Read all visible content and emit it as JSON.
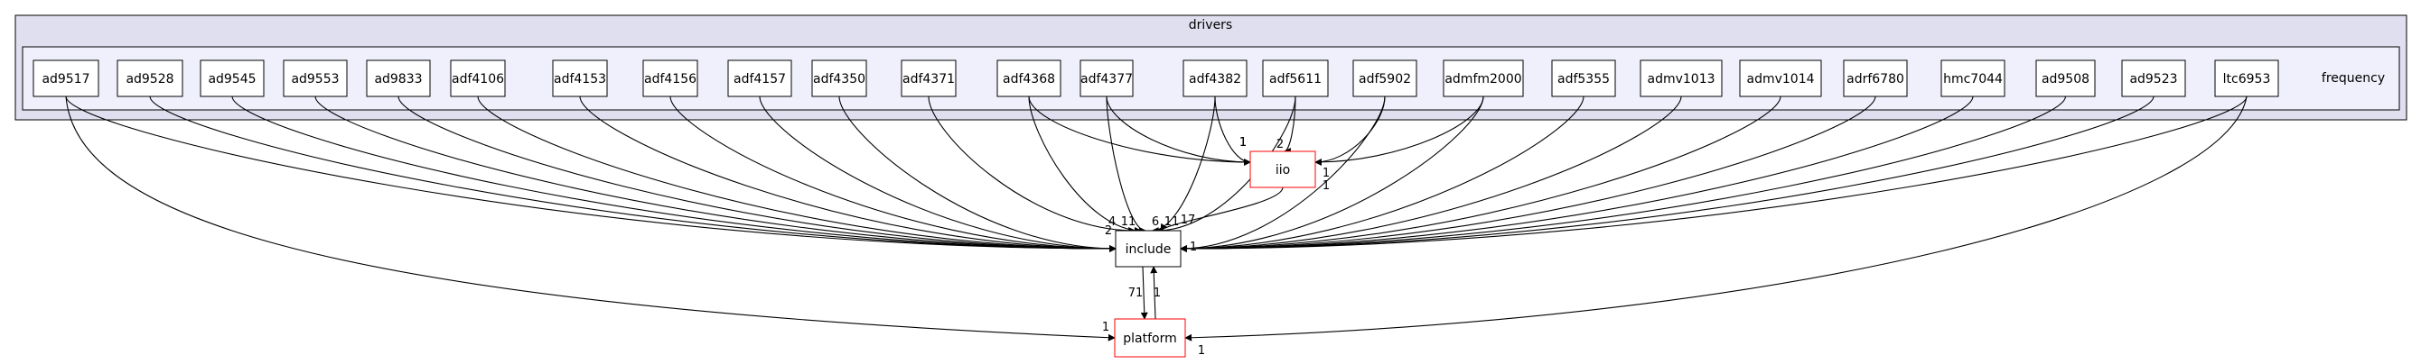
{
  "diagram": {
    "outer_label": "drivers",
    "inner_label": "frequency",
    "colors": {
      "outer_fill": "#dfdff0",
      "inner_fill": "#f0f0fc",
      "cluster_stroke": "#000000",
      "node_fill": "#ffffff",
      "highlight_stroke": "#ff0000",
      "edge": "#000000"
    },
    "drivers": [
      "ad9517",
      "ad9528",
      "ad9545",
      "ad9553",
      "ad9833",
      "adf4106",
      "adf4153",
      "adf4156",
      "adf4157",
      "adf4350",
      "adf4371",
      "adf4368",
      "adf4377",
      "adf4382",
      "adf5611",
      "adf5902",
      "admfm2000",
      "adf5355",
      "admv1013",
      "admv1014",
      "adrf6780",
      "hmc7044",
      "ad9508",
      "ad9523",
      "ltc6953"
    ],
    "targets": {
      "iio": "iio",
      "include": "include",
      "platform": "platform"
    },
    "edges": [
      {
        "from": "ad9517",
        "to": "include",
        "label": "2"
      },
      {
        "from": "ad9517",
        "to": "platform",
        "label": "1"
      },
      {
        "from": "ad9528",
        "to": "include",
        "label": ""
      },
      {
        "from": "ad9545",
        "to": "include",
        "label": ""
      },
      {
        "from": "ad9553",
        "to": "include",
        "label": ""
      },
      {
        "from": "ad9833",
        "to": "include",
        "label": ""
      },
      {
        "from": "adf4106",
        "to": "include",
        "label": ""
      },
      {
        "from": "adf4153",
        "to": "include",
        "label": ""
      },
      {
        "from": "adf4156",
        "to": "include",
        "label": ""
      },
      {
        "from": "adf4157",
        "to": "include",
        "label": ""
      },
      {
        "from": "adf4350",
        "to": "include",
        "label": ""
      },
      {
        "from": "adf4371",
        "to": "include",
        "label": "4"
      },
      {
        "from": "adf4368",
        "to": "include",
        "label": "11"
      },
      {
        "from": "adf4368",
        "to": "iio",
        "label": ""
      },
      {
        "from": "adf4377",
        "to": "include",
        "label": "6"
      },
      {
        "from": "adf4377",
        "to": "iio",
        "label": "1"
      },
      {
        "from": "adf4382",
        "to": "include",
        "label": "11"
      },
      {
        "from": "adf4382",
        "to": "iio",
        "label": "1"
      },
      {
        "from": "adf5611",
        "to": "iio",
        "label": "2"
      },
      {
        "from": "adf5611",
        "to": "include",
        "label": ""
      },
      {
        "from": "adf5902",
        "to": "iio",
        "label": "1"
      },
      {
        "from": "adf5902",
        "to": "include",
        "label": ""
      },
      {
        "from": "admfm2000",
        "to": "iio",
        "label": "1"
      },
      {
        "from": "admfm2000",
        "to": "include",
        "label": ""
      },
      {
        "from": "adf5355",
        "to": "include",
        "label": ""
      },
      {
        "from": "admv1013",
        "to": "include",
        "label": ""
      },
      {
        "from": "admv1014",
        "to": "include",
        "label": ""
      },
      {
        "from": "adrf6780",
        "to": "include",
        "label": ""
      },
      {
        "from": "hmc7044",
        "to": "include",
        "label": ""
      },
      {
        "from": "ad9508",
        "to": "include",
        "label": ""
      },
      {
        "from": "ad9523",
        "to": "include",
        "label": ""
      },
      {
        "from": "ltc6953",
        "to": "include",
        "label": "1"
      },
      {
        "from": "ltc6953",
        "to": "platform",
        "label": "1"
      },
      {
        "from": "iio",
        "to": "include",
        "label": "17"
      },
      {
        "from": "include",
        "to": "platform",
        "label": "71"
      },
      {
        "from": "platform",
        "to": "include",
        "label": "1"
      }
    ]
  }
}
